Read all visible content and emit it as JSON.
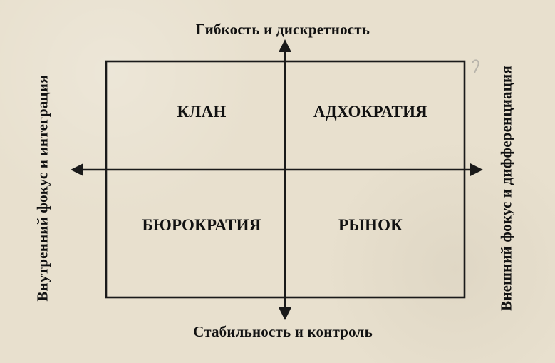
{
  "axes": {
    "top": "Гибкость и дискретность",
    "bottom": "Стабильность и контроль",
    "left": "Внутренний фокус и интеграция",
    "right": "Внешний фокус и дифференциация"
  },
  "quadrants": {
    "top_left": "КЛАН",
    "top_right": "АДХОКРАТИЯ",
    "bottom_left": "БЮРОКРАТИЯ",
    "bottom_right": "РЫНОК"
  },
  "colors": {
    "paper": "#e8e0ce",
    "ink": "#1a1a1a"
  }
}
